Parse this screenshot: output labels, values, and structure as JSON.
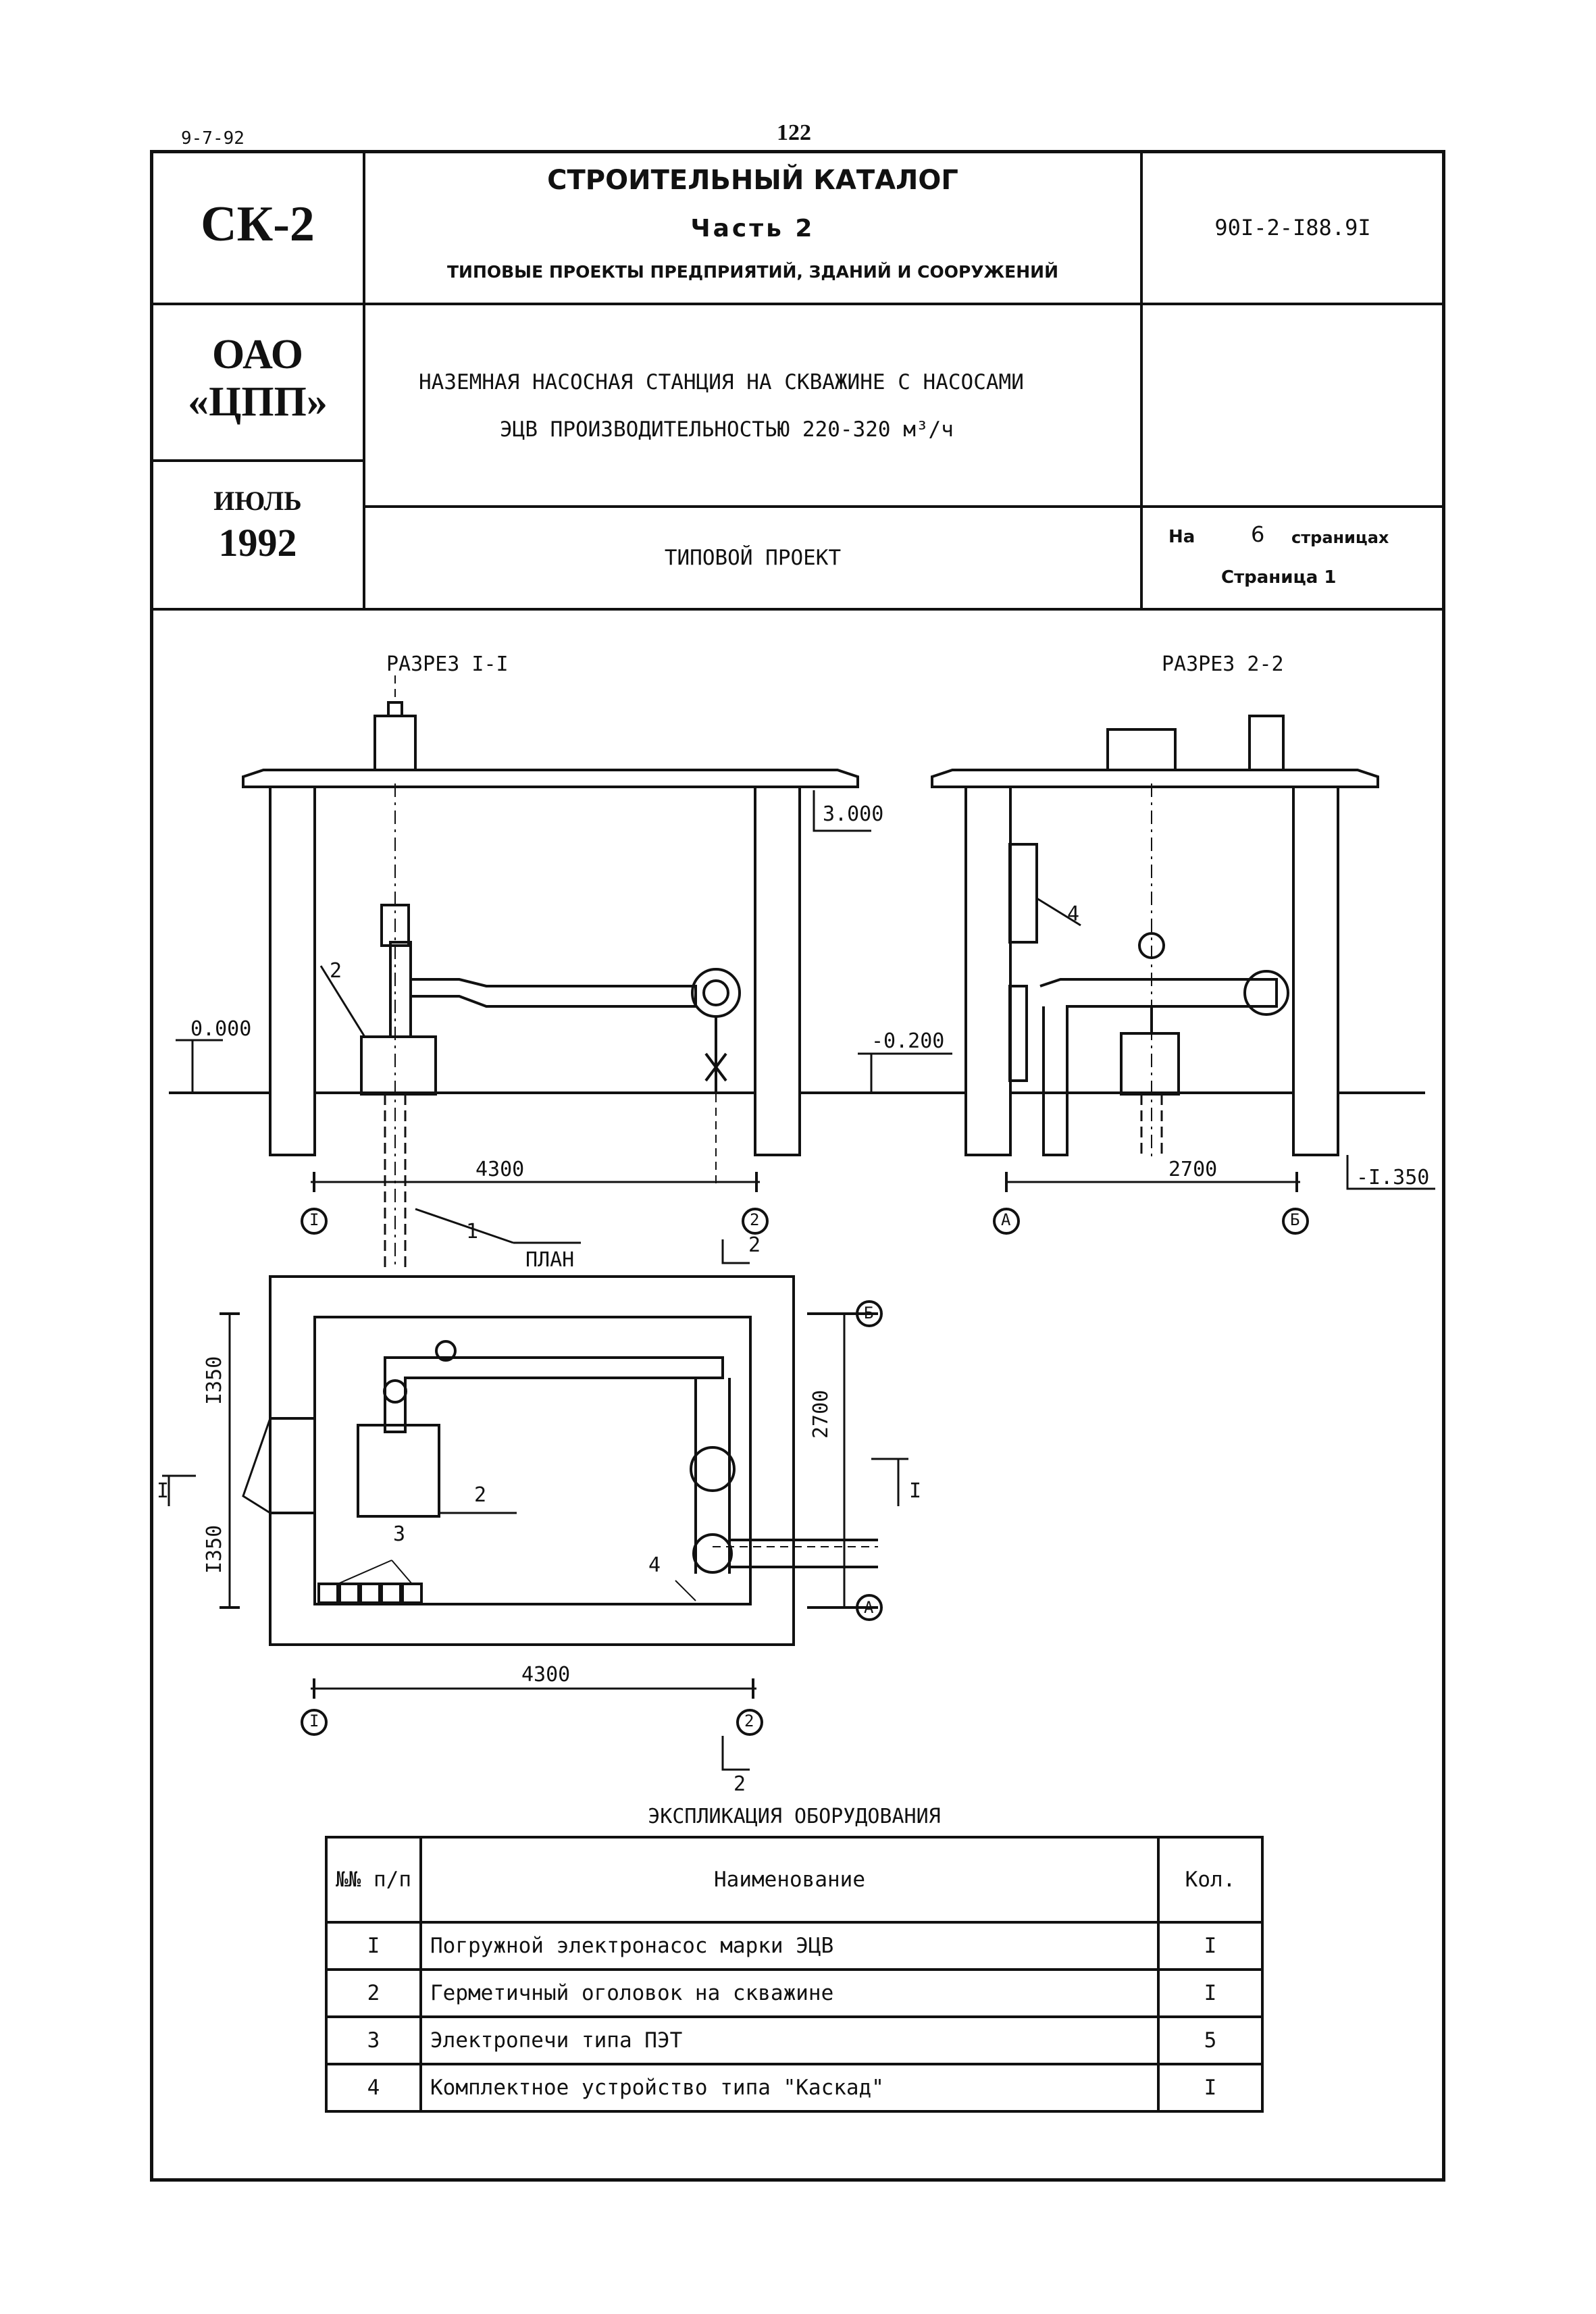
{
  "header": {
    "doc_code_top": "9-7-92",
    "page_number": "122",
    "sk": "СК-2",
    "org_line1": "ОАО",
    "org_line2": "«ЦПП»",
    "month": "ИЮЛЬ",
    "year": "1992",
    "catalog_title": "СТРОИТЕЛЬНЫЙ КАТАЛОГ",
    "part": "Часть 2",
    "catalog_subtitle": "ТИПОВЫЕ ПРОЕКТЫ ПРЕДПРИЯТИЙ, ЗДАНИЙ И СООРУЖЕНИЙ",
    "project_code": "90I-2-I88.9I",
    "project_title_line1": "НАЗЕМНАЯ НАСОСНАЯ СТАНЦИЯ НА СКВАЖИНЕ С НАСОСАМИ",
    "project_title_line2": "ЭЦВ ПРОИЗВОДИТЕЛЬНОСТЬЮ 220-320 м³/ч",
    "project_type": "ТИПОВОЙ ПРОЕКТ",
    "pages_prefix": "На",
    "pages_count": "6",
    "pages_suffix": "страницах",
    "page_label": "Страница 1"
  },
  "drawing": {
    "section1_title": "РАЗРЕЗ I-I",
    "section2_title": "РАЗРЕЗ 2-2",
    "plan_title": "ПЛАН",
    "elev_3000": "3.000",
    "elev_0000": "0.000",
    "elev_m0200": "-0.200",
    "elev_m1350": "-I.350",
    "dim_4300_a": "4300",
    "dim_2700_a": "2700",
    "dim_4300_b": "4300",
    "dim_2700_v": "2700",
    "dim_1350_a": "I350",
    "dim_1350_b": "I350",
    "axis_1": "I",
    "axis_2": "2",
    "axis_A": "А",
    "axis_B": "Б",
    "cut_I": "I",
    "cut_2": "2",
    "pos_1": "1",
    "pos_2": "2",
    "pos_3": "3",
    "pos_4": "4"
  },
  "equipment": {
    "title": "ЭКСПЛИКАЦИЯ ОБОРУДОВАНИЯ",
    "col_num": "№№ п/п",
    "col_name": "Наименование",
    "col_qty": "Кол.",
    "rows": [
      {
        "num": "I",
        "name": "Погружной электронасос марки ЭЦВ",
        "qty": "I"
      },
      {
        "num": "2",
        "name": "Герметичный оголовок на скважине",
        "qty": "I"
      },
      {
        "num": "3",
        "name": "Электропечи типа ПЭТ",
        "qty": "5"
      },
      {
        "num": "4",
        "name": "Комплектное устройство типа \"Каскад\"",
        "qty": "I"
      }
    ]
  }
}
